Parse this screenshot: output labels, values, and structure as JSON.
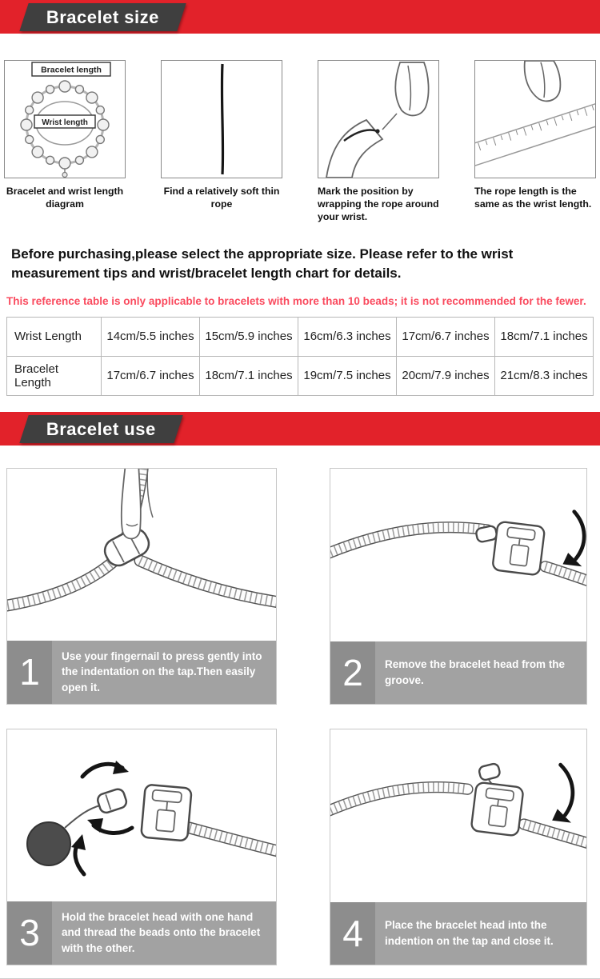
{
  "sections": {
    "size": {
      "title": "Bracelet size"
    },
    "use": {
      "title": "Bracelet use"
    }
  },
  "measure_steps": [
    {
      "caption": "Bracelet and wrist length diagram",
      "labels": {
        "bracelet_length": "Bracelet length",
        "wrist_length": "Wrist length"
      }
    },
    {
      "caption": "Find a relatively soft thin rope"
    },
    {
      "caption": "Mark the position by wrapping the rope around your wrist."
    },
    {
      "caption": "The rope length is the same as the wrist length."
    }
  ],
  "intro_text": "Before purchasing,please select the appropriate size. Please refer to the wrist measurement tips and wrist/bracelet length chart for details.",
  "note_text": "This reference table is only applicable to bracelets with more than 10 beads; it is not recommended for the fewer.",
  "size_table": {
    "rows": [
      [
        "Wrist Length",
        "14cm/5.5 inches",
        "15cm/5.9 inches",
        "16cm/6.3 inches",
        "17cm/6.7 inches",
        "18cm/7.1 inches"
      ],
      [
        "Bracelet Length",
        "17cm/6.7 inches",
        "18cm/7.1 inches",
        "19cm/7.5 inches",
        "20cm/7.9 inches",
        "21cm/8.3 inches"
      ]
    ]
  },
  "use_steps": [
    {
      "num": "1",
      "text": "Use your fingernail to press gently into the indentation on the tap.Then easily open it."
    },
    {
      "num": "2",
      "text": "Remove the bracelet head from the groove."
    },
    {
      "num": "3",
      "text": "Hold the bracelet head with one hand and thread the beads onto the bracelet with the other."
    },
    {
      "num": "4",
      "text": "Place the bracelet head into the indention on the tap and close it."
    }
  ],
  "colors": {
    "banner_red": "#e2222a",
    "ribbon_dark": "#3f3f3f",
    "note_red": "#fa4a5e",
    "caption_bar_gray": "#a2a2a2",
    "step_number_gray": "#8d8d8d"
  }
}
